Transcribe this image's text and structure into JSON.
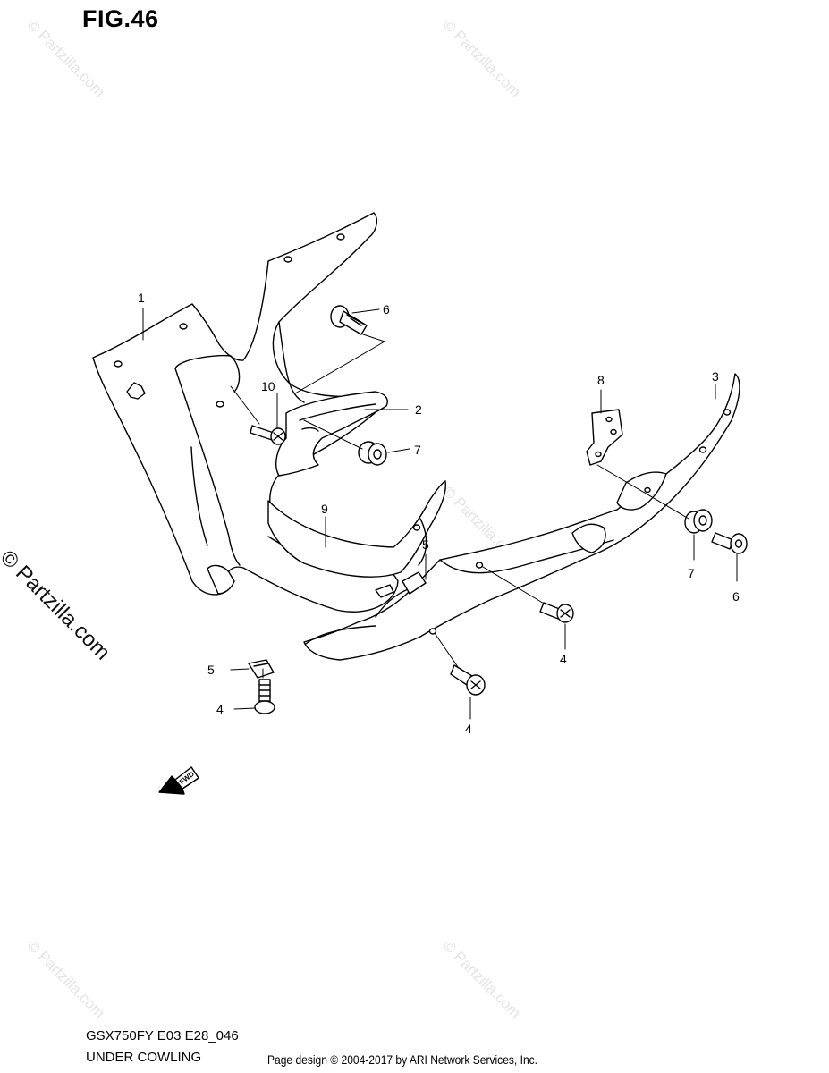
{
  "figure": {
    "title": "FIG.46",
    "model": "GSX750FY E03 E28_046",
    "section": "UNDER COWLING"
  },
  "footer": {
    "copyright": "Page design © 2004-2017 by ARI Network Services, Inc."
  },
  "watermark": {
    "side_text": "© Partzilla.com",
    "faint_text": "© Partzilla.com"
  },
  "callouts": [
    "1",
    "2",
    "3",
    "4",
    "4",
    "4",
    "5",
    "5",
    "6",
    "6",
    "7",
    "7",
    "8",
    "9",
    "10"
  ],
  "direction_marker": "FWD"
}
